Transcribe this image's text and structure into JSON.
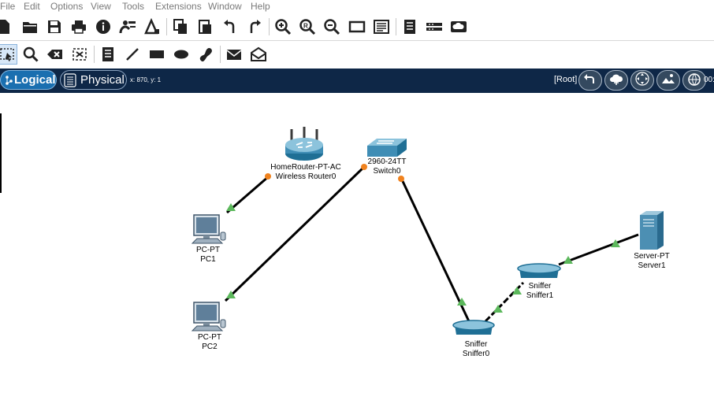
{
  "menu": [
    "File",
    "Edit",
    "Options",
    "View",
    "Tools",
    "Extensions",
    "Window",
    "Help"
  ],
  "toolbar_main": [
    "new-icon",
    "open-icon",
    "save-icon",
    "print-icon",
    "info-icon",
    "network-wizard-icon",
    "activity-wizard-icon",
    "copy-icon",
    "paste-icon",
    "undo-icon",
    "redo-icon",
    "zoom-in-icon",
    "zoom-reset-icon",
    "zoom-out-icon",
    "drawing-palette-icon",
    "custom-devices-icon",
    "pdu-list-icon",
    "cluster-icon",
    "cloud-icon"
  ],
  "toolbar_tools": [
    "select-icon",
    "inspect-icon",
    "delete-icon",
    "resize-icon",
    "note-icon",
    "line-icon",
    "rectangle-icon",
    "ellipse-icon",
    "freeform-icon",
    "add-simple-pdu-icon",
    "add-complex-pdu-icon"
  ],
  "workspace": {
    "tab_logical": "Logical",
    "tab_physical": "Physical",
    "coords": "x: 870, y: 1",
    "root": "[Root]",
    "clock": "00:"
  },
  "colors": {
    "workspace_bar": "#0e2747",
    "link": "#000000",
    "port_up": "#5cb85c",
    "port_orange": "#f0821e"
  },
  "devices": [
    {
      "id": "router",
      "model": "HomeRouter-PT-AC",
      "name": "Wireless Router0"
    },
    {
      "id": "switch",
      "model": "2960-24TT",
      "name": "Switch0"
    },
    {
      "id": "pc1",
      "model": "PC-PT",
      "name": "PC1"
    },
    {
      "id": "pc2",
      "model": "PC-PT",
      "name": "PC2"
    },
    {
      "id": "sniffer0",
      "model": "Sniffer",
      "name": "Sniffer0"
    },
    {
      "id": "sniffer1",
      "model": "Sniffer",
      "name": "Sniffer1"
    },
    {
      "id": "server1",
      "model": "Server-PT",
      "name": "Server1"
    }
  ]
}
